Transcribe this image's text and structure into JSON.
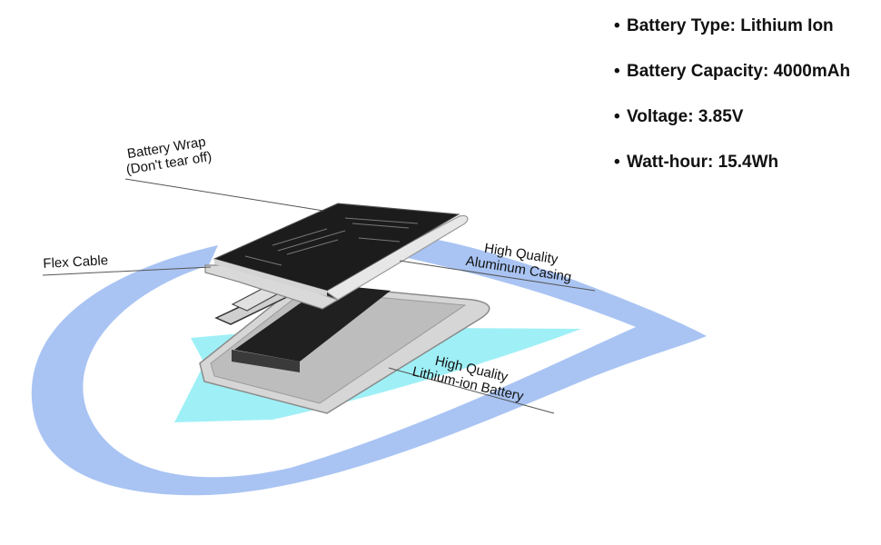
{
  "specs": [
    {
      "label": "Battery Type:",
      "value": "Lithium Ion"
    },
    {
      "label": "Battery Capacity:",
      "value": "4000mAh"
    },
    {
      "label": "Voltage:",
      "value": "3.85V"
    },
    {
      "label": "Watt-hour:",
      "value": "15.4Wh"
    }
  ],
  "callouts": {
    "battery_wrap": {
      "line1": "Battery Wrap",
      "line2": "(Don't tear off)"
    },
    "flex_cable": "Flex Cable",
    "aluminum_casing": {
      "line1": "High Quality",
      "line2": "Aluminum Casing"
    },
    "lithium_battery": {
      "line1": "High Quality",
      "line2": "Lithium-ion Battery"
    }
  },
  "colors": {
    "swoosh": "#a9c4f3",
    "glow": "#9ff0f6",
    "wrap": "#1c1c1c",
    "casing": "#d8d8d8",
    "cell": "#202020"
  }
}
